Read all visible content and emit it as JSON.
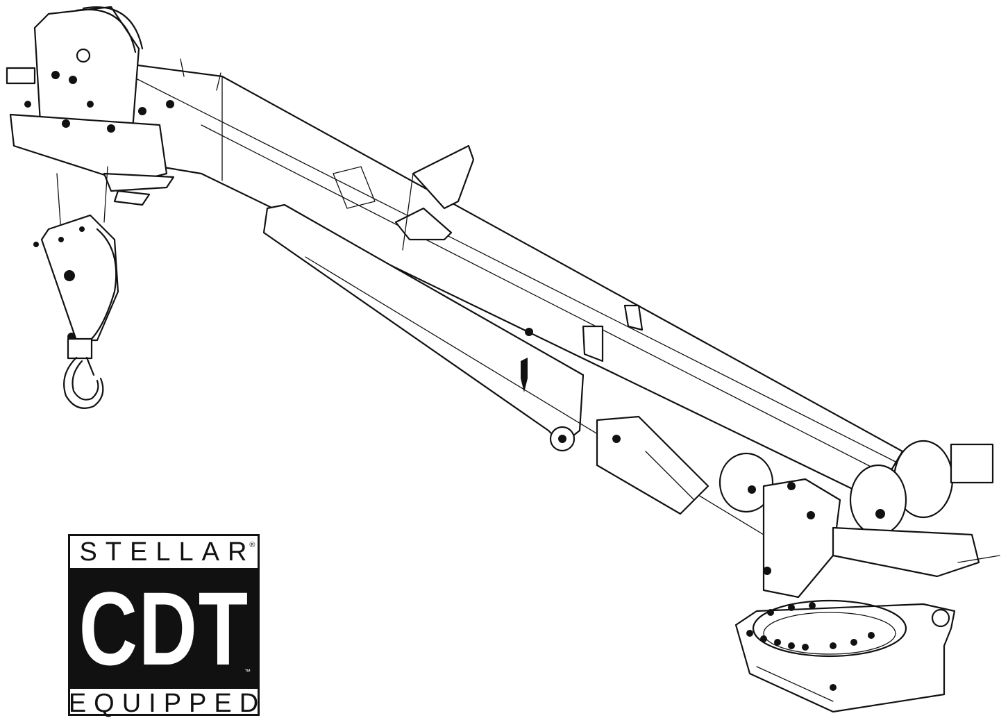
{
  "logo": {
    "top_text": "STELLAR",
    "registered_mark": "®",
    "main_text": "CDT",
    "trademark": "™",
    "bottom_text": "EQUIPPED"
  },
  "colors": {
    "line": "#111111",
    "background": "#ffffff"
  }
}
